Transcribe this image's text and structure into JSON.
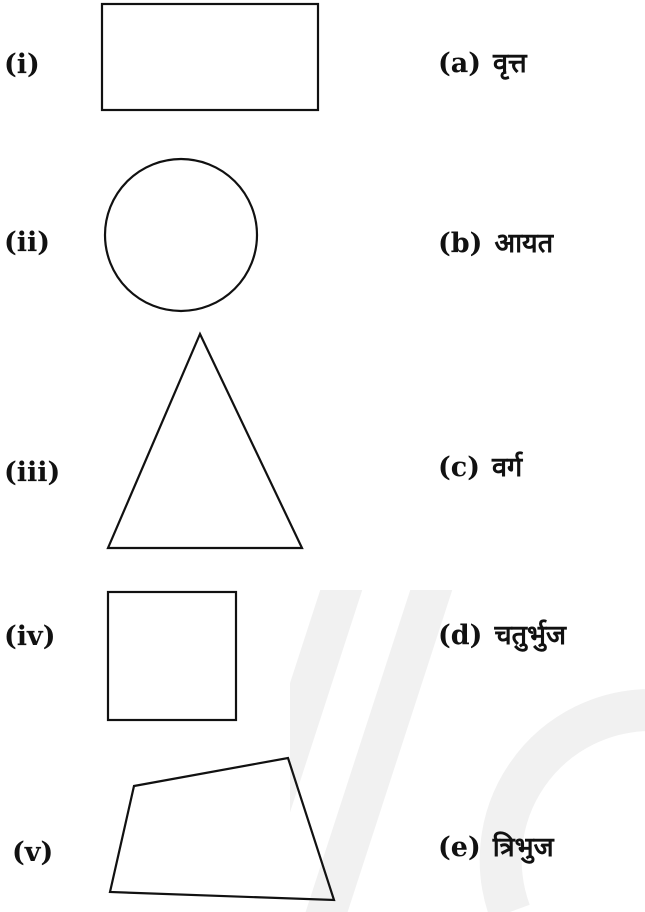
{
  "rows": [
    {
      "numeral": "(i)",
      "shape_icon": "rectangle-icon",
      "option_letter": "(a)",
      "option_word": "वृत्त"
    },
    {
      "numeral": "(ii)",
      "shape_icon": "circle-icon",
      "option_letter": "(b)",
      "option_word": "आयत"
    },
    {
      "numeral": "(iii)",
      "shape_icon": "triangle-icon",
      "option_letter": "(c)",
      "option_word": "वर्ग"
    },
    {
      "numeral": "(iv)",
      "shape_icon": "square-icon",
      "option_letter": "(d)",
      "option_word": "चतुर्भुज"
    },
    {
      "numeral": "(v)",
      "shape_icon": "quadrilateral-icon",
      "option_letter": "(e)",
      "option_word": "त्रिभुज"
    }
  ],
  "colors": {
    "ink": "#111111",
    "background": "#ffffff",
    "watermark": "#f1f1f1"
  }
}
